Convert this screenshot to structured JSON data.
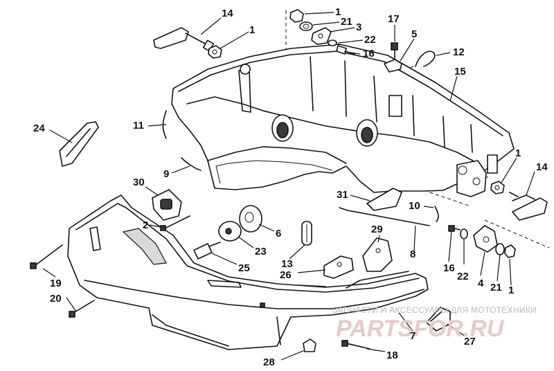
{
  "diagram": {
    "callouts": [
      {
        "id": "c14a",
        "text": "14"
      },
      {
        "id": "c1a",
        "text": "1"
      },
      {
        "id": "c1b",
        "text": "1"
      },
      {
        "id": "c21a",
        "text": "21"
      },
      {
        "id": "c3",
        "text": "3"
      },
      {
        "id": "c22a",
        "text": "22"
      },
      {
        "id": "c16a",
        "text": "16"
      },
      {
        "id": "c17",
        "text": "17"
      },
      {
        "id": "c5",
        "text": "5"
      },
      {
        "id": "c12",
        "text": "12"
      },
      {
        "id": "c15",
        "text": "15"
      },
      {
        "id": "c24",
        "text": "24"
      },
      {
        "id": "c11",
        "text": "11"
      },
      {
        "id": "c9",
        "text": "9"
      },
      {
        "id": "c1c",
        "text": "1"
      },
      {
        "id": "c14b",
        "text": "14"
      },
      {
        "id": "c30",
        "text": "30"
      },
      {
        "id": "c31",
        "text": "31"
      },
      {
        "id": "c10",
        "text": "10"
      },
      {
        "id": "c2",
        "text": "2"
      },
      {
        "id": "c6",
        "text": "6"
      },
      {
        "id": "c29",
        "text": "29"
      },
      {
        "id": "c8",
        "text": "8"
      },
      {
        "id": "c23",
        "text": "23"
      },
      {
        "id": "c13",
        "text": "13"
      },
      {
        "id": "c25",
        "text": "25"
      },
      {
        "id": "c26",
        "text": "26"
      },
      {
        "id": "c16b",
        "text": "16"
      },
      {
        "id": "c22b",
        "text": "22"
      },
      {
        "id": "c4",
        "text": "4"
      },
      {
        "id": "c21b",
        "text": "21"
      },
      {
        "id": "c1d",
        "text": "1"
      },
      {
        "id": "c19",
        "text": "19"
      },
      {
        "id": "c20",
        "text": "20"
      },
      {
        "id": "c7",
        "text": "7"
      },
      {
        "id": "c27",
        "text": "27"
      },
      {
        "id": "c28",
        "text": "28"
      },
      {
        "id": "c18",
        "text": "18"
      }
    ]
  },
  "watermark": {
    "caption": "ЗАПЧАСТИ И АКСЕССУАРЫ ДЛЯ МОТОТЕХНИКИ",
    "logo": "PARTSFOR.RU",
    "color": "#e8c9c9"
  }
}
